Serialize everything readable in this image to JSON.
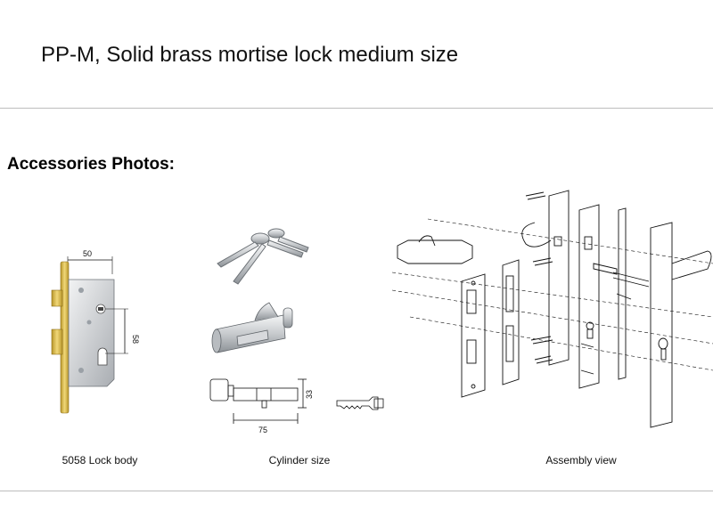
{
  "header": {
    "title": "PP-M, Solid brass mortise lock medium size"
  },
  "section": {
    "heading": "Accessories Photos:"
  },
  "figures": [
    {
      "caption": "5058 Lock body",
      "dims": {
        "width": "50",
        "height": "58"
      }
    },
    {
      "caption": "Cylinder size",
      "dims": {
        "length": "75",
        "height": "33"
      }
    },
    {
      "caption": "Assembly view"
    }
  ],
  "colors": {
    "brass": "#d9b949",
    "steel": "#c9ccd0",
    "rule": "#bdbdbd"
  }
}
